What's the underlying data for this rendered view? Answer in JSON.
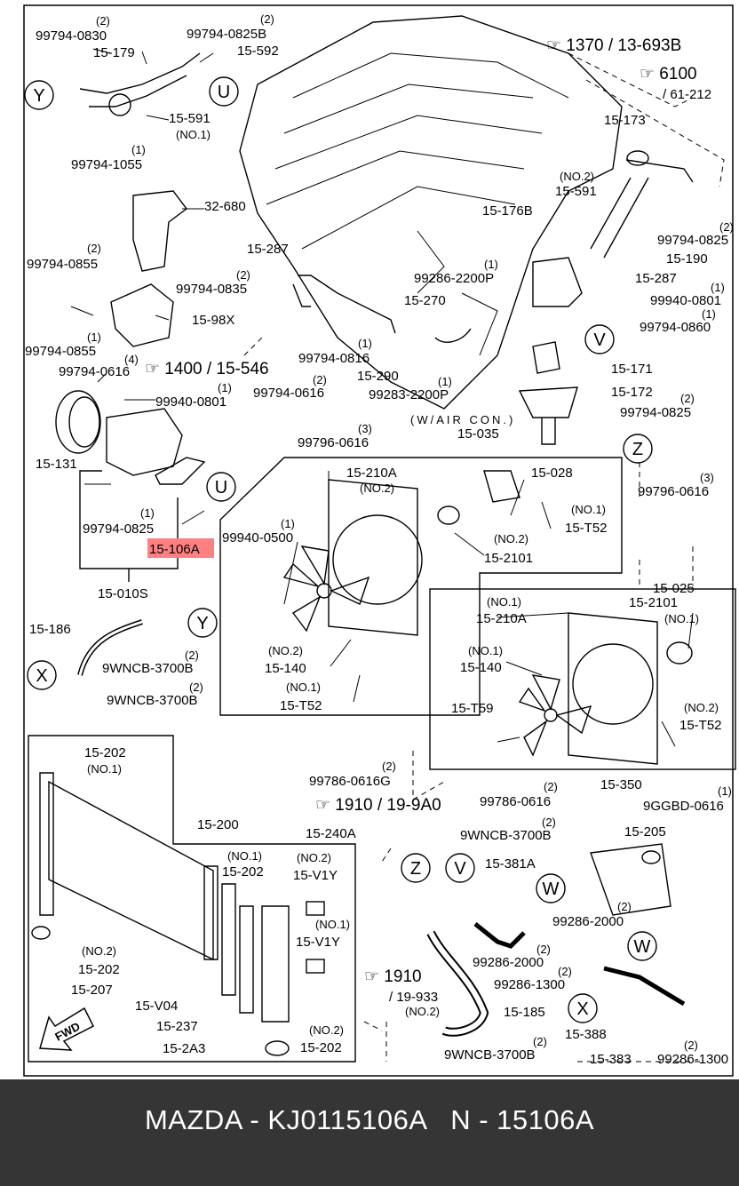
{
  "footer": {
    "title": "MAZDA - KJ0115106A   N - 15106A"
  },
  "highlight_color": "#ff8080",
  "refs": {
    "r1370": "☞ 1370 / 13-693B",
    "r6100": "☞ 6100",
    "r61212": "/ 61-212",
    "r1400": "☞ 1400 / 15-546",
    "r1910a": "☞ 1910 / 19-9A0",
    "r1910b": "☞ 1910",
    "r19933": "/ 19-933",
    "aircon": "(W/AIR CON.)"
  },
  "circles": {
    "Y": "Y",
    "U": "U",
    "V": "V",
    "Z": "Z",
    "X": "X",
    "W": "W"
  },
  "labels": {
    "l1": "99794-0830",
    "q1": "(2)",
    "l2": "15-179",
    "l3": "99794-0825B",
    "q3": "(2)",
    "l4": "15-592",
    "l5": "15-591",
    "q5": "(NO.1)",
    "l6": "99794-1055",
    "q6": "(1)",
    "l7": "32-680",
    "l8": "99794-0855",
    "q8": "(2)",
    "l9": "99794-0835",
    "q9": "(2)",
    "l10": "15-98X",
    "l11": "99794-0855",
    "q11": "(1)",
    "l12": "(4)",
    "l13": "99794-0616",
    "l14": "99940-0801",
    "q14": "(1)",
    "l15": "15-131",
    "l16": "99794-0825",
    "q16": "(1)",
    "l17": "15-106A",
    "l18": "15-010S",
    "l19": "15-287",
    "l20": "99794-0816",
    "q20": "(1)",
    "l21": "99794-0616",
    "q21": "(2)",
    "l22": "15-290",
    "l23": "15-270",
    "l24": "99286-2200P",
    "q24": "(1)",
    "l25": "99283-2200P",
    "q25": "(1)",
    "l26": "15-176B",
    "l27": "15-591",
    "q27": "(NO.2)",
    "l28": "15-173",
    "l29": "99794-0825",
    "q29": "(2)",
    "l30": "15-190",
    "l31": "15-287",
    "l32": "99940-0801",
    "q32": "(1)",
    "l33": "99794-0860",
    "q33": "(1)",
    "l34": "15-171",
    "l35": "15-172",
    "l36": "99794-0825",
    "q36": "(2)",
    "l37": "99796-0616",
    "q37": "(3)",
    "l38": "15-035",
    "l39": "15-210A",
    "q39": "(NO.2)",
    "l40": "15-028",
    "l41": "(NO.1)",
    "l42": "15-T52",
    "l43": "(NO.2)",
    "l44": "15-2101",
    "l45": "99940-0500",
    "q45": "(1)",
    "l46": "(NO.2)",
    "l47": "15-140",
    "l48": "(NO.1)",
    "l49": "15-T52",
    "l50": "99796-0616",
    "q50": "(3)",
    "l51": "15-025",
    "l52": "(NO.1)",
    "l53": "15-210A",
    "l54": "15-2101",
    "l55": "(NO.1)",
    "l56": "(NO.1)",
    "l57": "15-140",
    "l58": "15-T59",
    "l59": "(NO.2)",
    "l60": "15-T52",
    "l61": "15-186",
    "l62": "9WNCB-3700B",
    "q62": "(2)",
    "l63": "9WNCB-3700B",
    "q63": "(2)",
    "l64": "15-202",
    "l65": "(NO.1)",
    "l66": "99786-0616G",
    "q66": "(2)",
    "l67": "15-240A",
    "l68": "15-200",
    "l69": "(NO.1)",
    "l70": "15-202",
    "l71": "(NO.2)",
    "l72": "15-V1Y",
    "l73": "(NO.1)",
    "l74": "15-V1Y",
    "l75": "(NO.2)",
    "l76": "15-202",
    "l77": "15-207",
    "l78": "15-V04",
    "l79": "15-237",
    "l80": "15-2A3",
    "l81": "(NO.2)",
    "l82": "15-202",
    "l83": "99786-0616",
    "q83": "(2)",
    "l84": "15-350",
    "l85": "9GGBD-0616",
    "q85": "(1)",
    "l86": "15-205",
    "l87": "9WNCB-3700B",
    "q87": "(2)",
    "l88": "15-381A",
    "l89": "99286-2000",
    "q89": "(2)",
    "l90": "99286-2000",
    "q90": "(2)",
    "l91": "99286-1300",
    "q91": "(2)",
    "l92": "(NO.2)",
    "l93": "15-185",
    "l94": "9WNCB-3700B",
    "q94": "(2)",
    "l95": "15-388",
    "l96": "15-383",
    "l97": "99286-1300",
    "q97": "(2)",
    "fwd": "FWD"
  }
}
